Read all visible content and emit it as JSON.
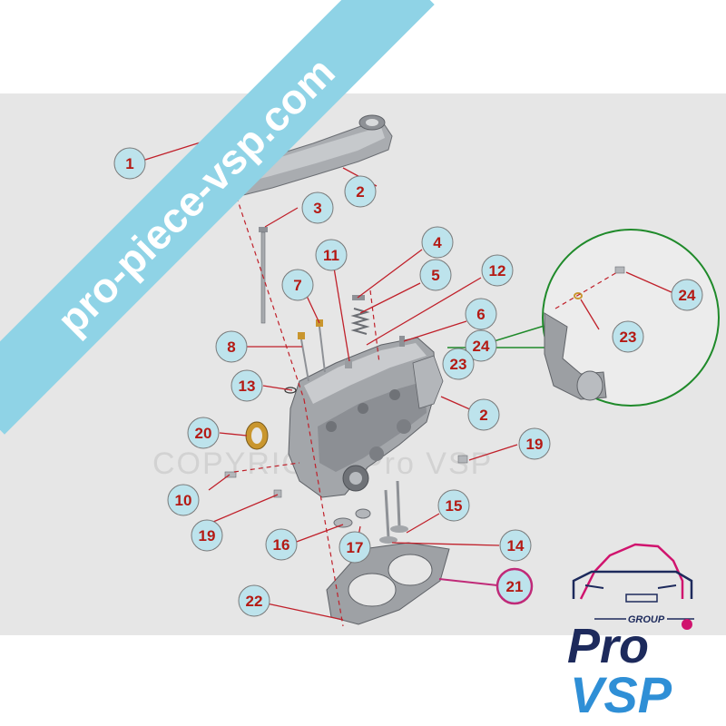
{
  "watermark_banner": {
    "text": "pro-piece-vsp.com",
    "color": "#8fd3e6"
  },
  "watermark_copyright": {
    "text": "COPYRIGHT Pro VSP"
  },
  "colors": {
    "diagram_background": "#e6e6e6",
    "callout_fill": "#bde3ec",
    "callout_text": "#b41a14",
    "leader_line": "#c0202a",
    "zoom_circle": "#1f8a2a",
    "highlight_ring": "#c02a78",
    "brand_pink": "#d0146e",
    "brand_navy": "#1d2a5c",
    "brand_blue": "#2f8fd6"
  },
  "callouts": [
    {
      "label": "1"
    },
    {
      "label": "2"
    },
    {
      "label": "3"
    },
    {
      "label": "4"
    },
    {
      "label": "5"
    },
    {
      "label": "12"
    },
    {
      "label": "11"
    },
    {
      "label": "7"
    },
    {
      "label": "6"
    },
    {
      "label": "8"
    },
    {
      "label": "24"
    },
    {
      "label": "23"
    },
    {
      "label": "13"
    },
    {
      "label": "2"
    },
    {
      "label": "20"
    },
    {
      "label": "19"
    },
    {
      "label": "10"
    },
    {
      "label": "19"
    },
    {
      "label": "15"
    },
    {
      "label": "16"
    },
    {
      "label": "17"
    },
    {
      "label": "14"
    },
    {
      "label": "21"
    },
    {
      "label": "22"
    },
    {
      "label": "24"
    },
    {
      "label": "23"
    }
  ],
  "logo": {
    "group": "GROUP",
    "pro": "Pro",
    "vsp": "VSP"
  }
}
